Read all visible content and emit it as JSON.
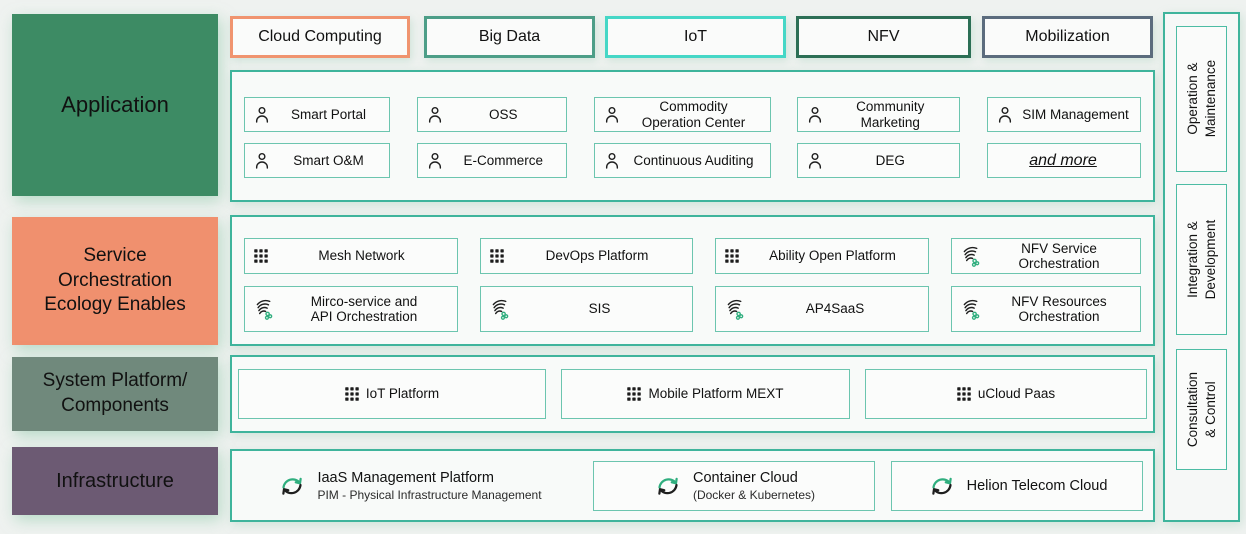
{
  "colors": {
    "outer_border": "#3fb49c",
    "item_border": "#6cc5af",
    "accent_green": "#2fae7e"
  },
  "top_categories": [
    {
      "label": "Cloud Computing",
      "border": "#f0946f"
    },
    {
      "label": "Big Data",
      "border": "#4c9e87"
    },
    {
      "label": "IoT",
      "border": "#45d7c6"
    },
    {
      "label": "NFV",
      "border": "#2c6f55"
    },
    {
      "label": "Mobilization",
      "border": "#5b6c7d"
    }
  ],
  "layers": [
    {
      "label": "Application",
      "color": "#3d8b64"
    },
    {
      "label": "Service\nOrchestration\nEcology Enables",
      "color": "#f0906e"
    },
    {
      "label": "System Platform/\nComponents",
      "color": "#70897c"
    },
    {
      "label": "Infrastructure",
      "color": "#6c5a73"
    }
  ],
  "application": {
    "row1": [
      {
        "label": "Smart Portal"
      },
      {
        "label": "OSS"
      },
      {
        "label": "Commodity\nOperation Center"
      },
      {
        "label": "Community\nMarketing"
      },
      {
        "label": "SIM Management"
      }
    ],
    "row2": [
      {
        "label": "Smart O&M"
      },
      {
        "label": "E-Commerce"
      },
      {
        "label": "Continuous Auditing"
      },
      {
        "label": "DEG"
      },
      {
        "label": "and more"
      }
    ]
  },
  "services": {
    "row1": [
      {
        "label": "Mesh Network"
      },
      {
        "label": "DevOps Platform"
      },
      {
        "label": "Ability Open Platform"
      },
      {
        "label": "NFV Service\nOrchestration"
      }
    ],
    "row2": [
      {
        "label": "Mirco-service and\nAPI Orchestration"
      },
      {
        "label": "SIS"
      },
      {
        "label": "AP4SaaS"
      },
      {
        "label": "NFV Resources\nOrchestration"
      }
    ]
  },
  "system": {
    "items": [
      {
        "label": "IoT Platform"
      },
      {
        "label": "Mobile Platform MEXT"
      },
      {
        "label": "uCloud Paas"
      }
    ]
  },
  "infrastructure": {
    "items": [
      {
        "title": "IaaS Management Platform",
        "subtitle": "PIM - Physical Infrastructure Management"
      },
      {
        "title": "Container Cloud",
        "subtitle": "(Docker & Kubernetes)"
      },
      {
        "title": "Helion Telecom Cloud",
        "subtitle": ""
      }
    ]
  },
  "sidebar": {
    "items": [
      {
        "label": "Operation &\nMaintenance"
      },
      {
        "label": "Integration &\nDevelopment"
      },
      {
        "label": "Consultation & Control"
      }
    ]
  }
}
